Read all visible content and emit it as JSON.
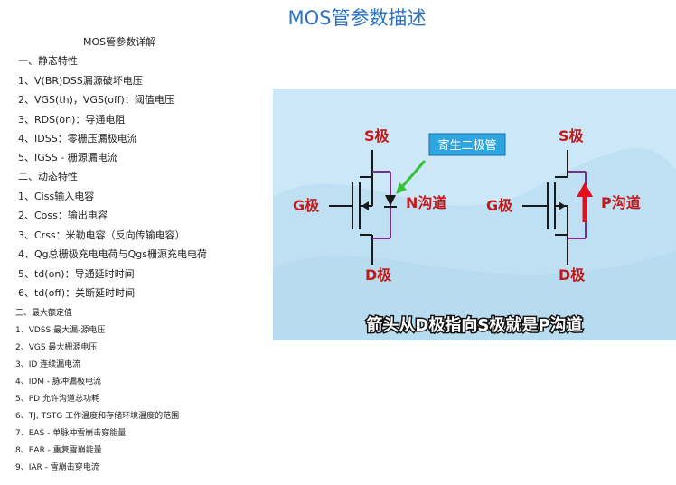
{
  "page": {
    "title": "MOS管参数描述",
    "list_title": "MOS管参数详解",
    "lines": [
      "一、静态特性",
      "1、V(BR)DSS漏源破坏电压",
      "2、VGS(th)，VGS(off)：阈值电压",
      "3、RDS(on)：导通电阻",
      "4、IDSS：零栅压漏极电流",
      "5、IGSS - 栅源漏电流",
      "二、动态特性",
      "1、Ciss输入电容",
      "2、Coss：输出电容",
      "3、Crss：米勒电容（反向传输电容）",
      "4、Qg总栅极充电电荷与Qgs栅源充电电荷",
      "5、td(on)：导通延时时间",
      "6、td(off)：关断延时时间"
    ],
    "lines_small": [
      "三、最大额定值",
      "1、VDSS 最大漏-源电压",
      "2、VGS 最大栅源电压",
      "3、ID 连续漏电流",
      "4、IDM - 脉冲漏极电流",
      "5、PD 允许沟道总功耗",
      "6、TJ, TSTG  工作温度和存储环境温度的范围",
      "7、EAS - 单脉冲雪崩击穿能量",
      "8、EAR - 重复雪崩能量",
      "9、IAR - 雪崩击穿电流"
    ]
  },
  "figure": {
    "n_mos": {
      "source": "S极",
      "gate": "G极",
      "drain": "D极",
      "channel": "N沟道"
    },
    "p_mos": {
      "source": "S极",
      "gate": "G极",
      "drain": "D极",
      "channel": "P沟道"
    },
    "diode_label": "寄生二极管",
    "caption": "箭头从D极指向S极就是P沟道"
  },
  "colors": {
    "title": "#2a73c9",
    "figure_bg": "#bfe0f2",
    "label_red": "#c21a1a",
    "diode_label_bg": "#2da6e0",
    "pointer_green": "#35c035",
    "arrow_red": "#e01020",
    "channel_line": "#7a2f8f"
  }
}
